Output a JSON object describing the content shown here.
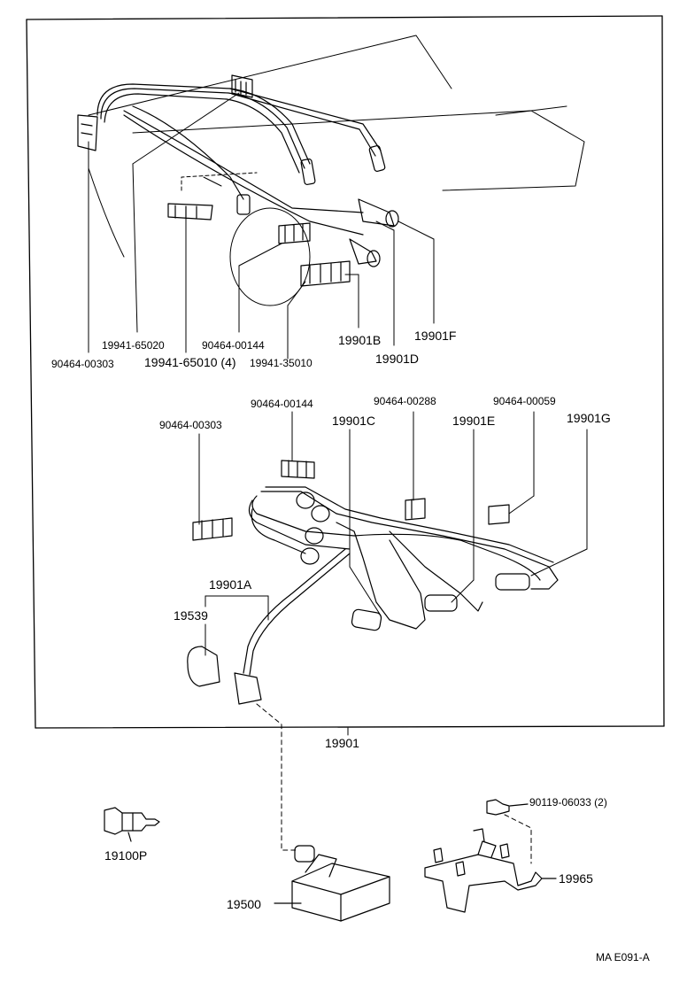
{
  "labels": {
    "p19941_65020": "19941-65020",
    "p90464_00144_top": "90464-00144",
    "p19901B": "19901B",
    "p19901F": "19901F",
    "p90464_00303_top": "90464-00303",
    "p19941_65010": "19941-65010 (4)",
    "p19941_35010": "19941-35010",
    "p19901D": "19901D",
    "p90464_00144_mid": "90464-00144",
    "p90464_00288": "90464-00288",
    "p90464_00059": "90464-00059",
    "p90464_00303_mid": "90464-00303",
    "p19901C": "19901C",
    "p19901E": "19901E",
    "p19901G": "19901G",
    "p19901A": "19901A",
    "p19539": "19539",
    "p19901": "19901",
    "p90119_06033": "90119-06033 (2)",
    "p19100P": "19100P",
    "p19965": "19965",
    "p19500": "19500",
    "ref": "MA E091-A"
  },
  "colors": {
    "ink": "#000000",
    "paper": "#ffffff"
  }
}
